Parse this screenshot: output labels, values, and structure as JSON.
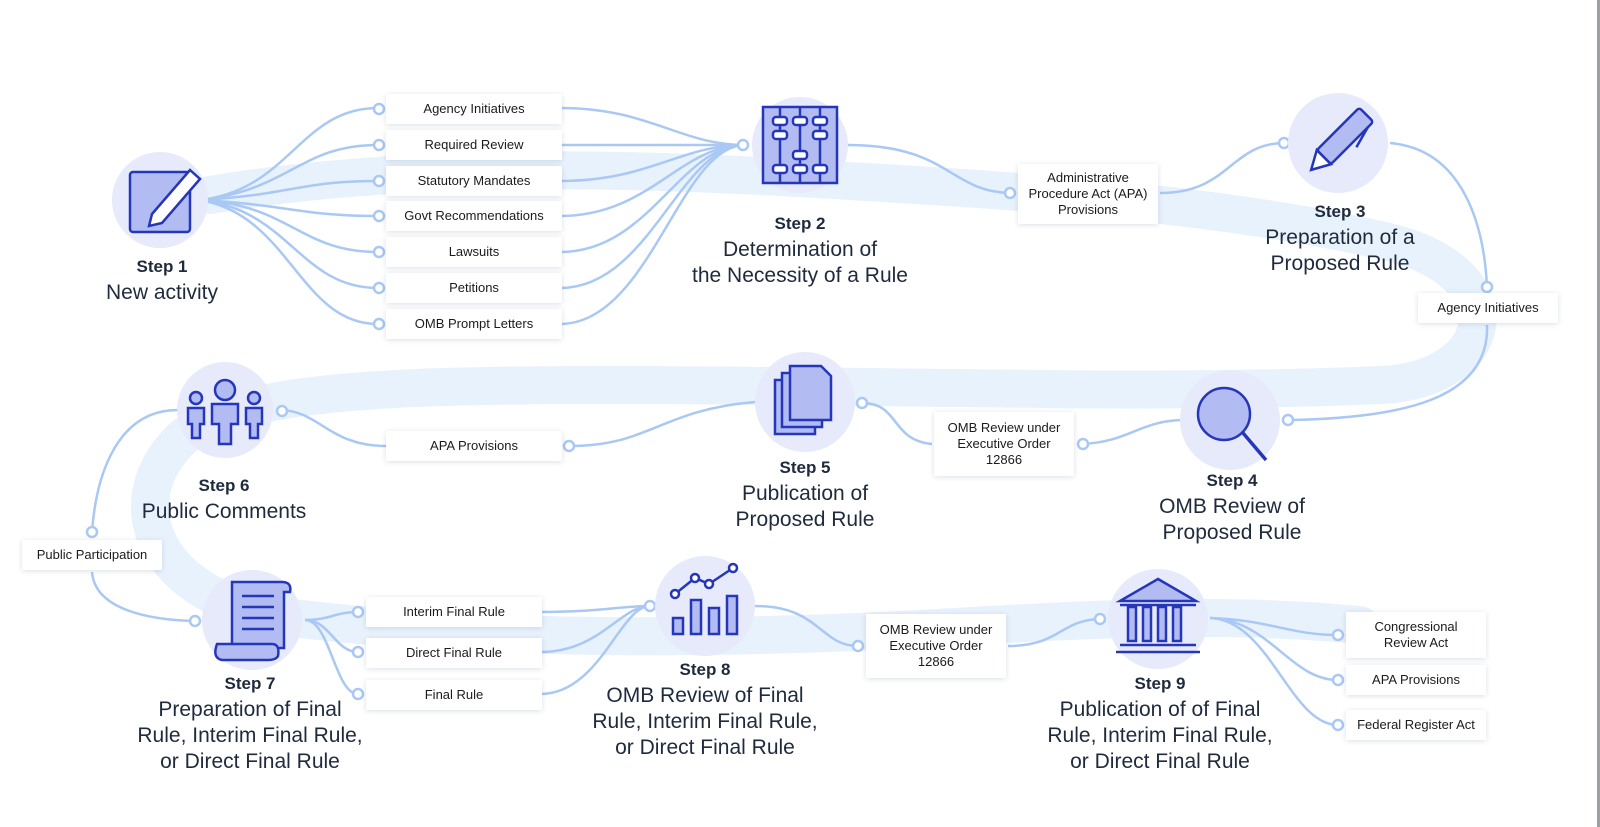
{
  "colors": {
    "ribbon": "#e8f2fd",
    "connector": "#a9c8f3",
    "icon_circle": "#e6eafb",
    "icon_fill": "#b3bcf2",
    "icon_stroke": "#2536b8"
  },
  "steps": [
    {
      "num": "Step 1",
      "title": "New activity",
      "icon": "pencil-square-icon"
    },
    {
      "num": "Step 2",
      "title": "Determination of\nthe Necessity of a Rule",
      "icon": "abacus-icon"
    },
    {
      "num": "Step 3",
      "title": "Preparation of a\nProposed Rule",
      "icon": "pen-icon"
    },
    {
      "num": "Step 4",
      "title": "OMB Review of\nProposed Rule",
      "icon": "magnifier-icon"
    },
    {
      "num": "Step 5",
      "title": "Publication of\nProposed Rule",
      "icon": "documents-icon"
    },
    {
      "num": "Step 6",
      "title": "Public Comments",
      "icon": "people-icon"
    },
    {
      "num": "Step 7",
      "title": "Preparation of Final\nRule, Interim Final Rule,\nor Direct Final Rule",
      "icon": "scroll-icon"
    },
    {
      "num": "Step 8",
      "title": "OMB Review of Final\nRule, Interim Final Rule,\nor Direct Final Rule",
      "icon": "bar-chart-icon"
    },
    {
      "num": "Step 9",
      "title": "Publication of of Final\nRule, Interim Final Rule,\nor Direct Final Rule",
      "icon": "courthouse-icon"
    }
  ],
  "sources": {
    "step1": [
      "Agency Initiatives",
      "Required Review",
      "Statutory Mandates",
      "Govt Recommendations",
      "Lawsuits",
      "Petitions",
      "OMB Prompt Letters"
    ],
    "apa_provisions_1": "Administrative\nProcedure Act (APA)\nProvisions",
    "agency_initiatives_2": "Agency Initiatives",
    "omb_review_1": "OMB Review under\nExecutive Order\n12866",
    "apa_provisions_2": "APA Provisions",
    "public_participation": "Public Participation",
    "step7": [
      "Interim Final Rule",
      "Direct Final Rule",
      "Final Rule"
    ],
    "omb_review_2": "OMB Review under\nExecutive Order\n12866",
    "step9": [
      "Congressional\nReview Act",
      "APA Provisions",
      "Federal Register Act"
    ]
  }
}
